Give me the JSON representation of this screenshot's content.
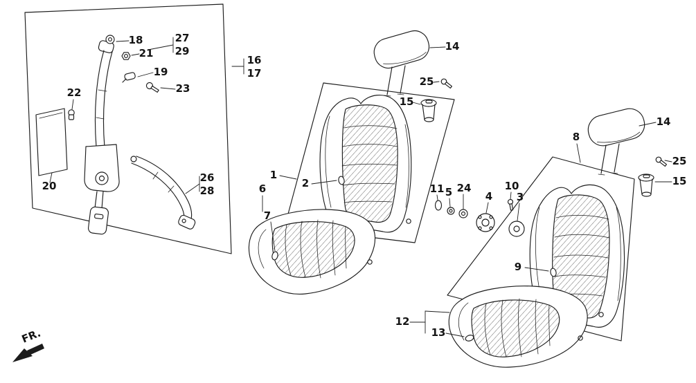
{
  "diagram": {
    "fr_label": "FR.",
    "colors": {
      "line": "#1c1c1c",
      "background": "#ffffff"
    },
    "callouts": [
      {
        "id": "callout-18",
        "label": "18"
      },
      {
        "id": "callout-21",
        "label": "21"
      },
      {
        "id": "callout-19",
        "label": "19"
      },
      {
        "id": "callout-23",
        "label": "23"
      },
      {
        "id": "callout-22",
        "label": "22"
      },
      {
        "id": "callout-27",
        "label": "27"
      },
      {
        "id": "callout-29",
        "label": "29"
      },
      {
        "id": "callout-16",
        "label": "16"
      },
      {
        "id": "callout-17",
        "label": "17"
      },
      {
        "id": "callout-20",
        "label": "20"
      },
      {
        "id": "callout-26",
        "label": "26"
      },
      {
        "id": "callout-28",
        "label": "28"
      },
      {
        "id": "callout-14-left",
        "label": "14"
      },
      {
        "id": "callout-25-left",
        "label": "25"
      },
      {
        "id": "callout-15-left",
        "label": "15"
      },
      {
        "id": "callout-1",
        "label": "1"
      },
      {
        "id": "callout-2",
        "label": "2"
      },
      {
        "id": "callout-6",
        "label": "6"
      },
      {
        "id": "callout-7",
        "label": "7"
      },
      {
        "id": "callout-11",
        "label": "11"
      },
      {
        "id": "callout-5",
        "label": "5"
      },
      {
        "id": "callout-24",
        "label": "24"
      },
      {
        "id": "callout-4",
        "label": "4"
      },
      {
        "id": "callout-10",
        "label": "10"
      },
      {
        "id": "callout-3",
        "label": "3"
      },
      {
        "id": "callout-8",
        "label": "8"
      },
      {
        "id": "callout-14-right",
        "label": "14"
      },
      {
        "id": "callout-25-right",
        "label": "25"
      },
      {
        "id": "callout-15-right",
        "label": "15"
      },
      {
        "id": "callout-9",
        "label": "9"
      },
      {
        "id": "callout-12",
        "label": "12"
      },
      {
        "id": "callout-13",
        "label": "13"
      }
    ]
  }
}
